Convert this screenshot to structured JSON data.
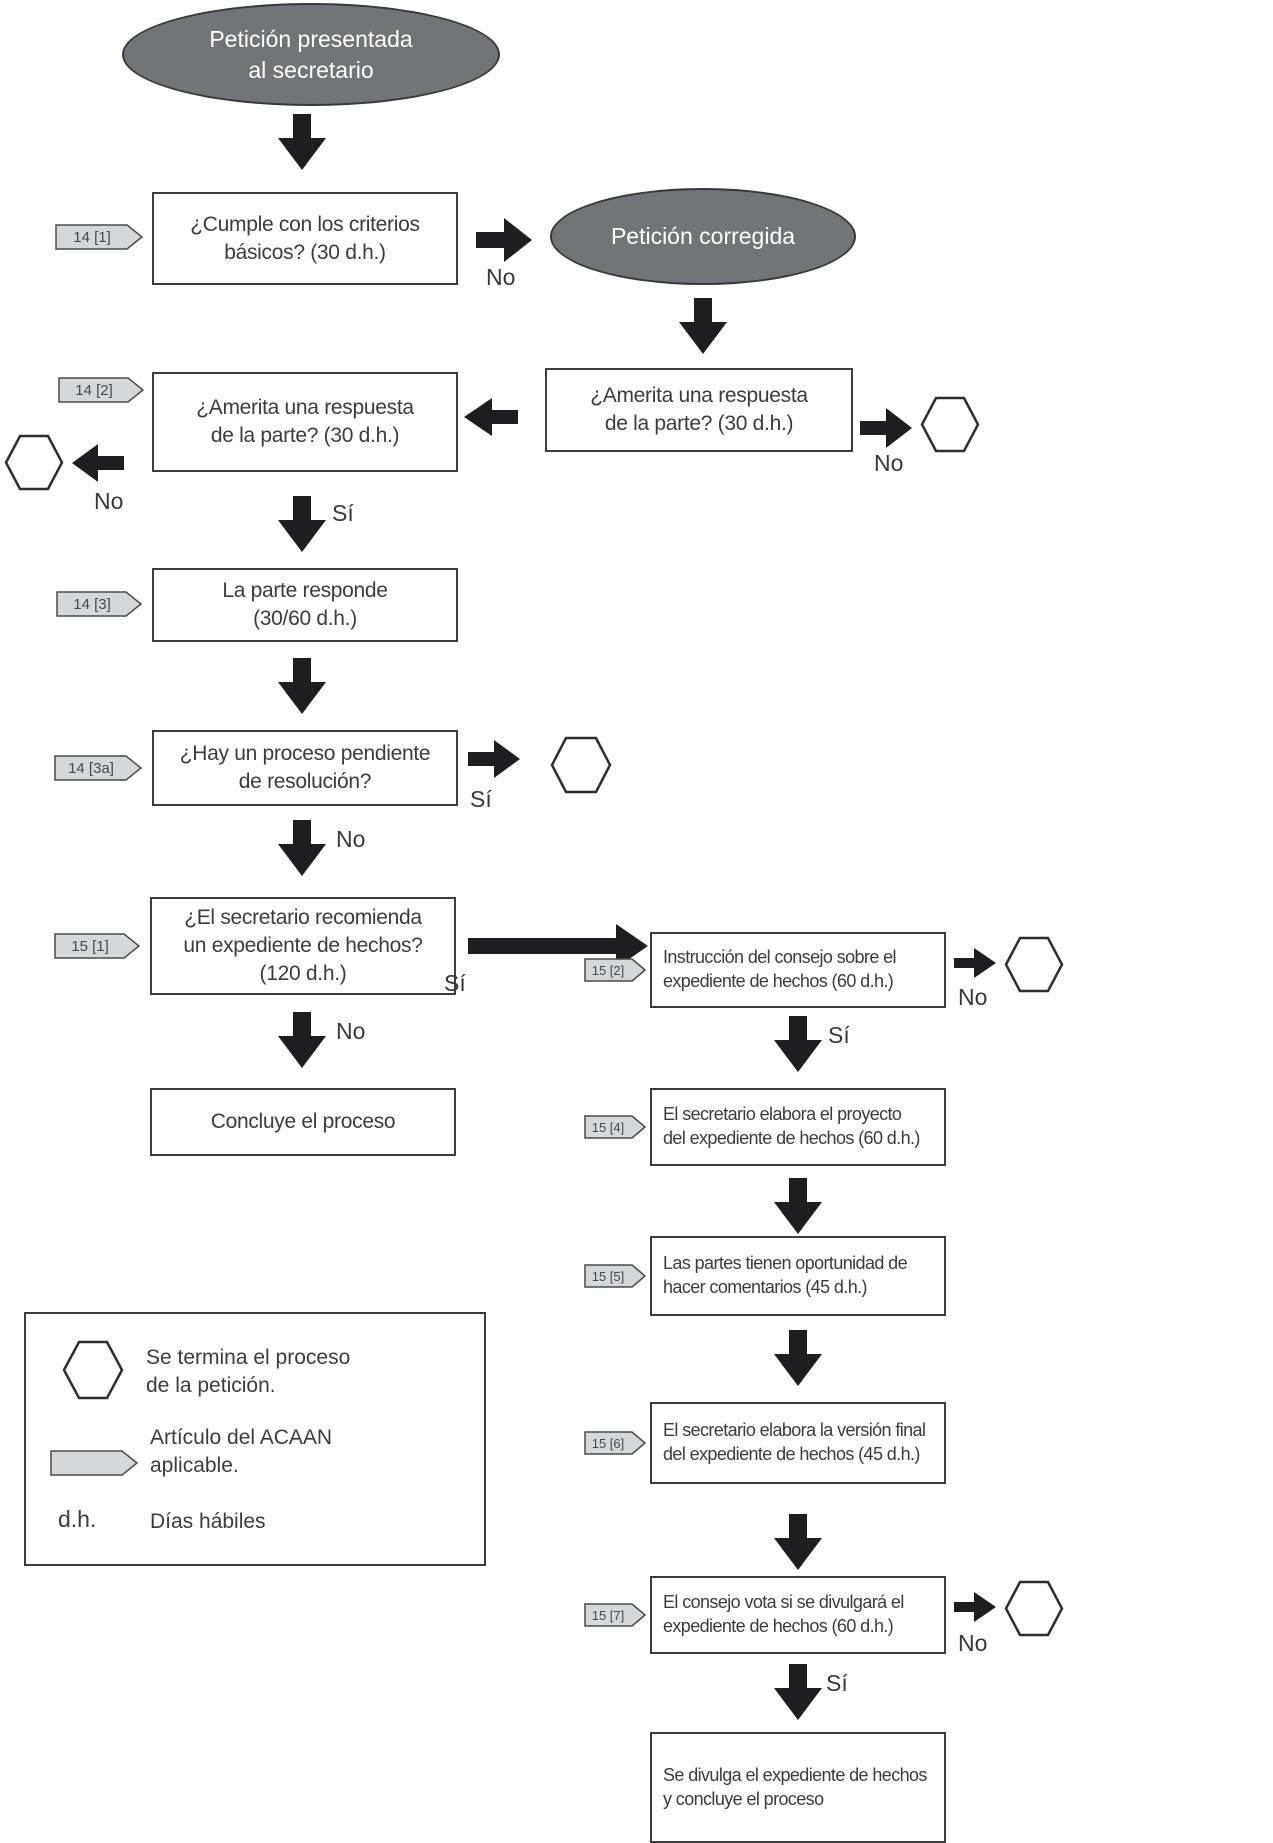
{
  "flow": {
    "start": "Petición presentada\nal secretario",
    "corrected": "Petición corregida",
    "q_criteria": {
      "tag": "14 [1]",
      "text": "¿Cumple con los criterios\nbásicos? (30 d.h.)"
    },
    "q_response_left": {
      "tag": "14 [2]",
      "text": "¿Amerita una respuesta\nde la parte? (30 d.h.)"
    },
    "q_response_right": {
      "text": "¿Amerita una respuesta\nde la parte? (30 d.h.)"
    },
    "party_responds": {
      "tag": "14 [3]",
      "text": "La parte responde\n(30/60 d.h.)"
    },
    "q_pending": {
      "tag": "14 [3a]",
      "text": "¿Hay un proceso pendiente\nde resolución?"
    },
    "q_recommend": {
      "tag": "15 [1]",
      "text": "¿El secretario recomienda\nun expediente de hechos?\n(120 d.h.)"
    },
    "council_instruction": {
      "tag": "15 [2]",
      "text": "Instrucción del consejo sobre el\nexpediente de hechos (60 d.h.)"
    },
    "process_ends": {
      "text": "Concluye el proceso"
    },
    "draft_record": {
      "tag": "15 [4]",
      "text": "El secretario elabora el proyecto\ndel expediente de hechos (60 d.h.)"
    },
    "parties_comment": {
      "tag": "15 [5]",
      "text": "Las partes tienen oportunidad de\nhacer comentarios (45 d.h.)"
    },
    "final_record": {
      "tag": "15 [6]",
      "text": "El secretario elabora la versión final\ndel expediente de hechos (45 d.h.)"
    },
    "council_vote": {
      "tag": "15 [7]",
      "text": "El consejo vota si se divulgará el\nexpediente de hechos (60 d.h.)"
    },
    "record_published": {
      "text": "Se divulga el expediente de hechos\ny concluye el proceso"
    }
  },
  "labels": {
    "yes": "Sí",
    "no": "No"
  },
  "legend": {
    "hexagon_note": "Se termina el proceso\nde la petición.",
    "tag_note": "Artículo del ACAAN\naplicable.",
    "dh_abbr": "d.h.",
    "dh_note": "Días hábiles"
  },
  "colors": {
    "ellipse_fill": "#737477",
    "arrow": "#1e1e20",
    "tag_fill": "#d6d7d8",
    "box_border": "#3d3d3f"
  }
}
